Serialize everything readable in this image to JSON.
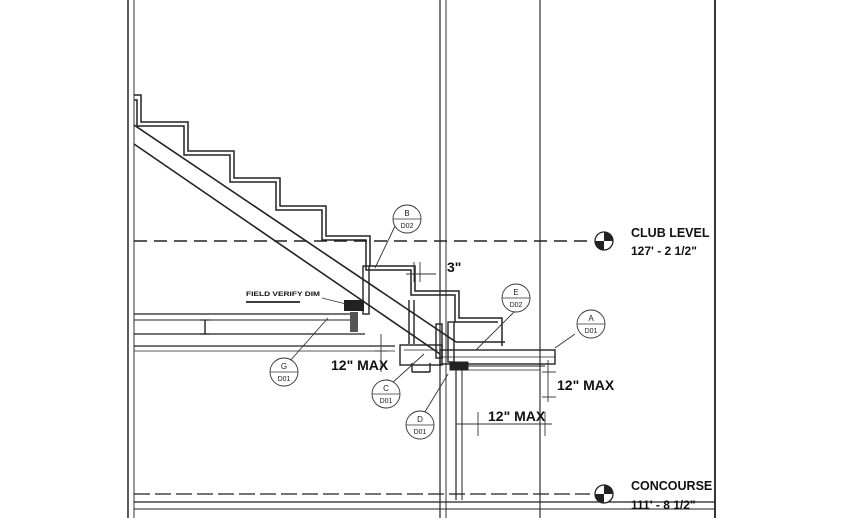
{
  "levels": {
    "club": {
      "name": "CLUB LEVEL",
      "elevation": "127' - 2 1/2\""
    },
    "concourse": {
      "name": "CONCOURSE",
      "elevation": "111' - 8 1/2\""
    }
  },
  "dimensions": {
    "gap_3in": "3\"",
    "max_left": "12\" MAX",
    "max_right": "12\" MAX",
    "max_bottom": "12\" MAX"
  },
  "note_text": "FIELD VERIFY DIM",
  "section_tags": {
    "A": {
      "id": "A",
      "sheet": "D01"
    },
    "B": {
      "id": "B",
      "sheet": "D02"
    },
    "C": {
      "id": "C",
      "sheet": "D01"
    },
    "D": {
      "id": "D",
      "sheet": "D01"
    },
    "E": {
      "id": "E",
      "sheet": "D02"
    },
    "G": {
      "id": "G",
      "sheet": "D01"
    }
  }
}
